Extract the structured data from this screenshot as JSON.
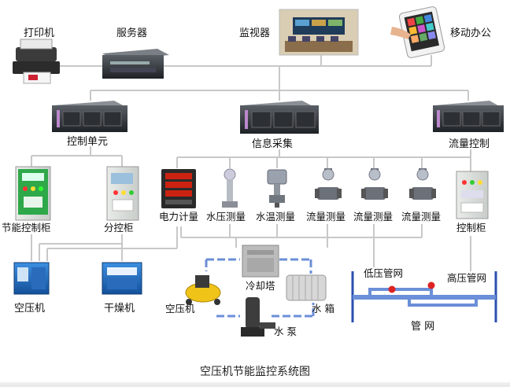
{
  "title": "空压机节能监控系统图",
  "top": {
    "printer": "打印机",
    "server": "服务器",
    "monitor": "监视器",
    "mobile": "移动办公"
  },
  "servers": {
    "control_unit": "控制单元",
    "info_collect": "信息采集",
    "flow_control": "流量控制"
  },
  "devices": {
    "energy_cabinet": "节能控制柜",
    "sub_cabinet": "分控柜",
    "power_meter": "电力计量",
    "water_pressure": "水压测量",
    "water_temp": "水温测量",
    "flow1": "流量测量",
    "flow2": "流量测量",
    "flow3": "流量测量",
    "control_cabinet": "控制柜"
  },
  "bottom": {
    "compressor": "空压机",
    "dryer": "干燥机",
    "cooling_tower": "冷却塔",
    "compressor2": "空压机",
    "water_tank": "水 箱",
    "water_pump": "水 泵",
    "low_pressure": "低压管网",
    "high_pressure": "高压管网",
    "pipe_network": "管 网"
  },
  "colors": {
    "network_line": "#c8c8c8",
    "water_pipe": "#6b8fd8",
    "cabinet_green": "#2fa84a",
    "compressor_blue": "#1a6fc4",
    "pipe_blue": "#2a4fb0"
  }
}
